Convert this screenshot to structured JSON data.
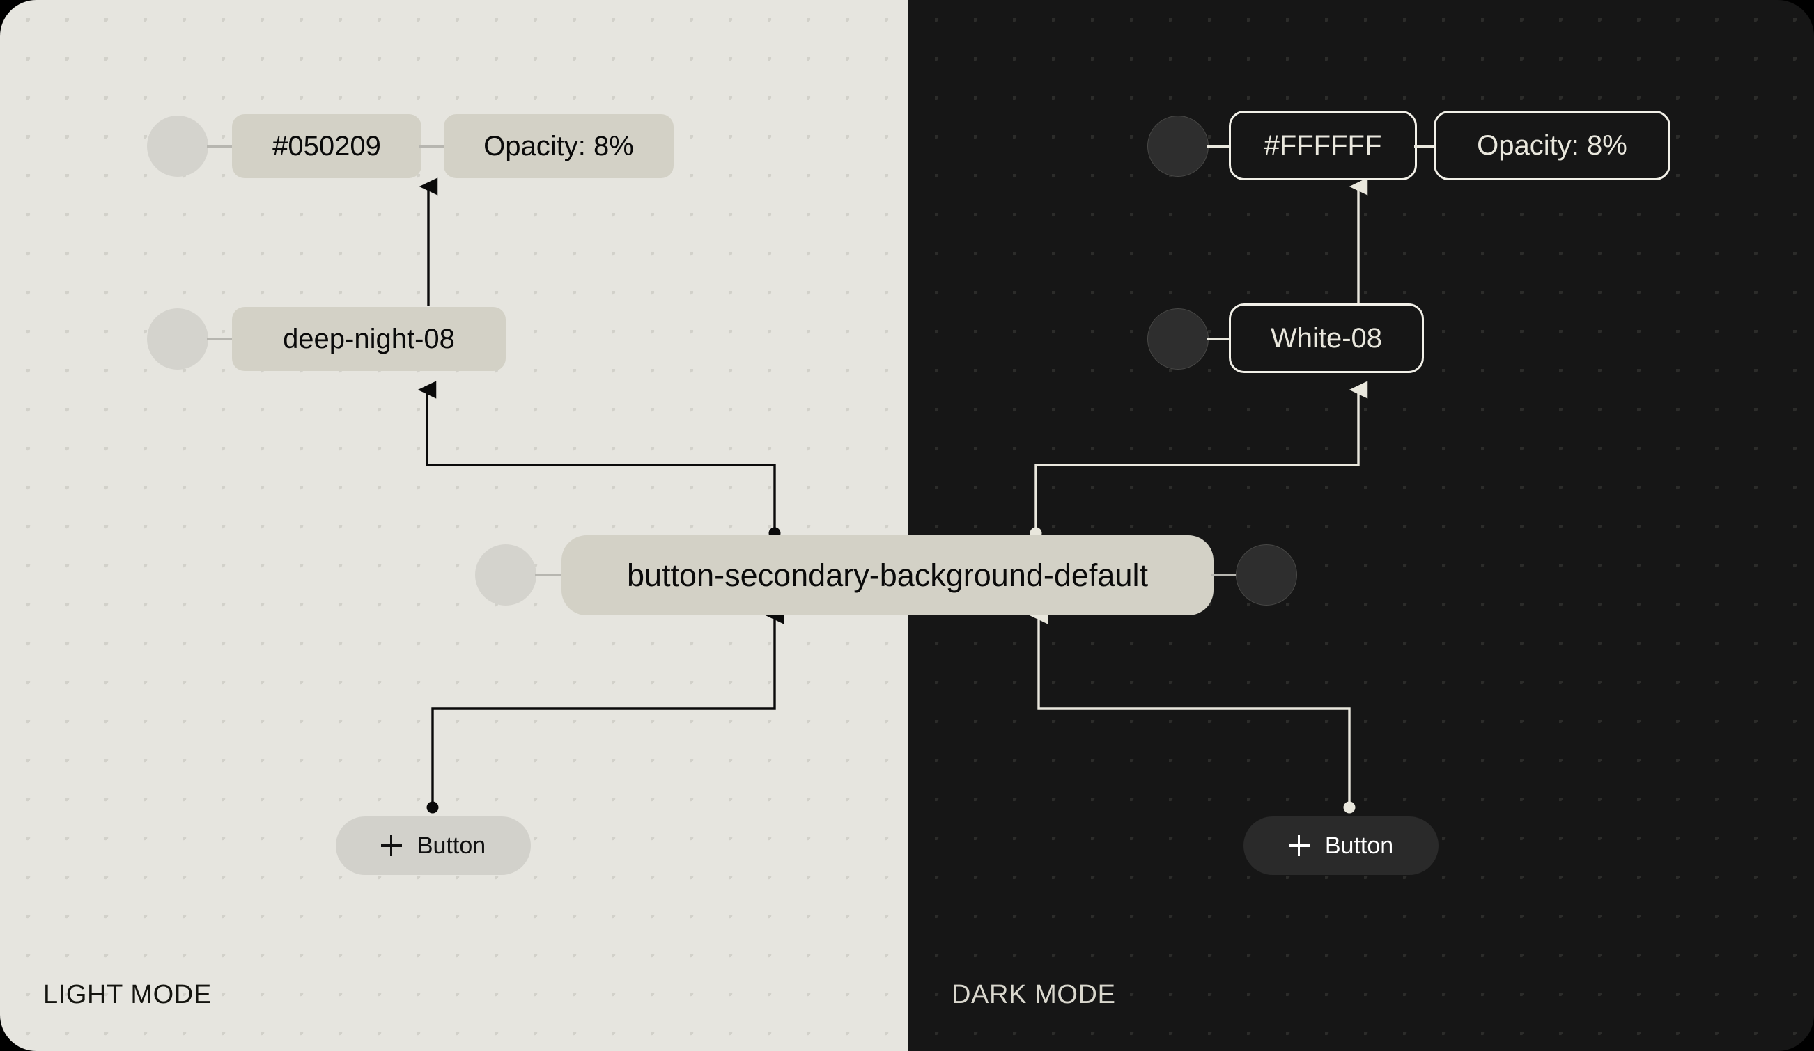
{
  "board": {
    "light_mode_caption": "LIGHT MODE",
    "dark_mode_caption": "DARK MODE",
    "colors": {
      "light_background": "#E6E5DF",
      "dark_background": "#161616",
      "light_dot": "#D2D1CA",
      "dark_dot": "#2C2C2A",
      "light_pill_fill": "#D3D1C6",
      "dark_pill_border": "#F2F0E8",
      "light_connector": "#0A0A0A",
      "dark_connector": "#E9E7DD",
      "light_swatch": "#D4D3CD",
      "dark_swatch": "#2E2E2E",
      "light_button_fill": "#D2D1CB",
      "dark_button_fill": "#2A2A2A",
      "outer_frame": "#000000"
    }
  },
  "light_panel": {
    "hex_token": {
      "label": "#050209",
      "swatch_name": "color-swatch-circle"
    },
    "opacity_token": {
      "label": "Opacity: 8%"
    },
    "alias_token": {
      "label": "deep-night-08",
      "swatch_name": "color-swatch-circle"
    },
    "button": {
      "label": "Button",
      "icon": "plus-icon"
    }
  },
  "dark_panel": {
    "hex_token": {
      "label": "#FFFFFF",
      "swatch_name": "color-swatch-circle"
    },
    "opacity_token": {
      "label": "Opacity: 8%"
    },
    "alias_token": {
      "label": "White-08",
      "swatch_name": "color-swatch-circle"
    },
    "button": {
      "label": "Button",
      "icon": "plus-icon"
    }
  },
  "shared_token": {
    "label": "button-secondary-background-default"
  }
}
